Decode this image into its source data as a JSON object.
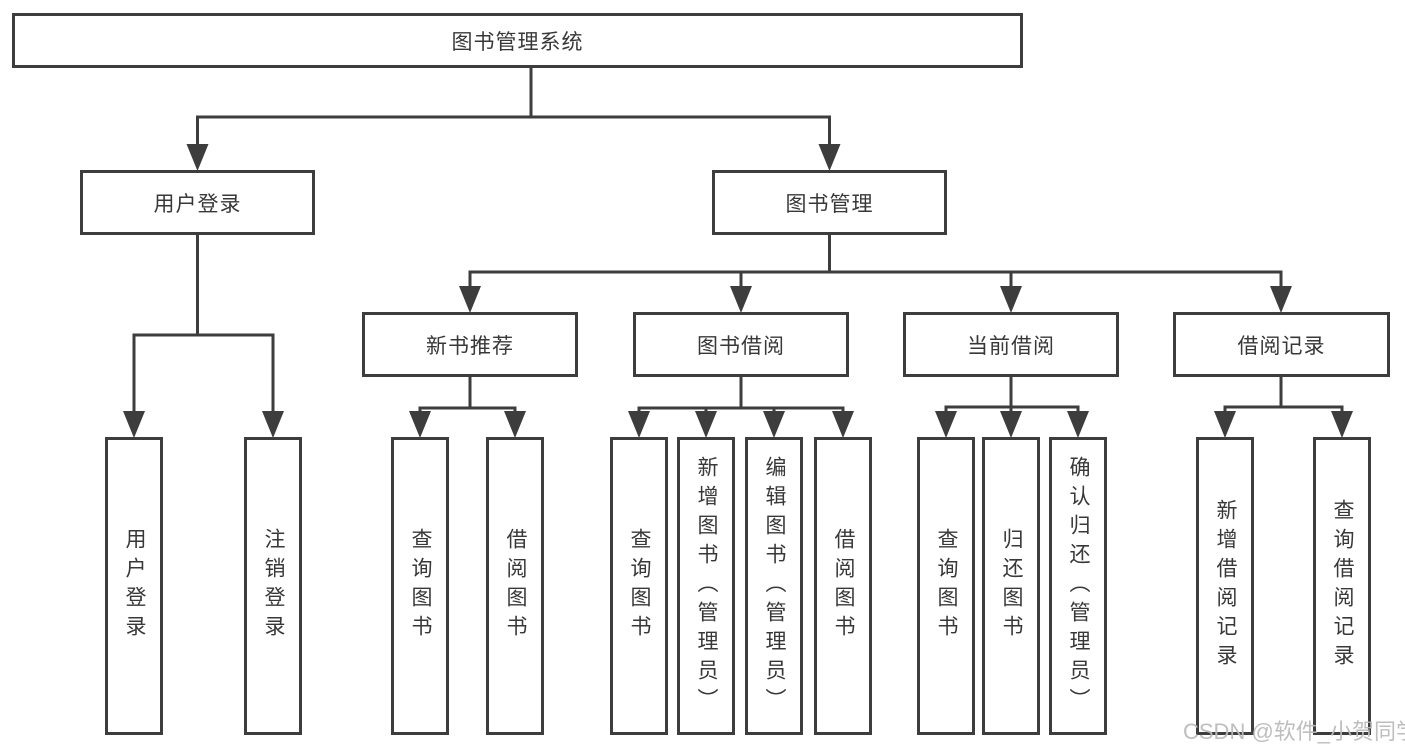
{
  "diagram": {
    "root": {
      "label": "图书管理系统"
    },
    "level2": [
      {
        "label": "用户登录"
      },
      {
        "label": "图书管理"
      }
    ],
    "level3": [
      {
        "label": "新书推荐"
      },
      {
        "label": "图书借阅"
      },
      {
        "label": "当前借阅"
      },
      {
        "label": "借阅记录"
      }
    ],
    "leaves": {
      "user": [
        "用户登录",
        "注销登录"
      ],
      "new_books": [
        "查询图书",
        "借阅图书"
      ],
      "borrow": [
        "查询图书",
        "新增图书（管理员）",
        "编辑图书（管理员）",
        "借阅图书"
      ],
      "current": [
        "查询图书",
        "归还图书",
        "确认归还（管理员）"
      ],
      "records": [
        "新增借阅记录",
        "查询借阅记录"
      ]
    }
  },
  "watermark": "CSDN @软件_小贺同学",
  "colors": {
    "stroke": "#3d3d3d",
    "text": "#383838",
    "watermark": "#bababa",
    "background": "#ffffff"
  }
}
